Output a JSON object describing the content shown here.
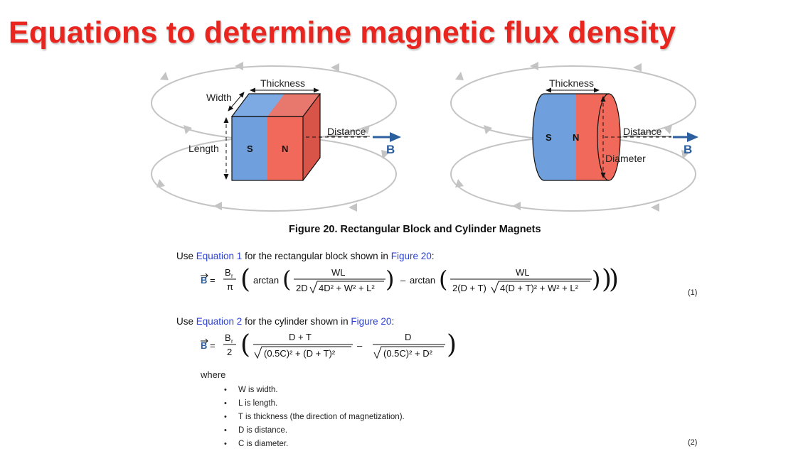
{
  "title": "Equations to determine magnetic flux density",
  "figure": {
    "caption": "Figure 20.  Rectangular Block and Cylinder Magnets",
    "block": {
      "thickness": "Thickness",
      "width": "Width",
      "length": "Length",
      "distance": "Distance",
      "south": "S",
      "north": "N",
      "field": "B"
    },
    "cylinder": {
      "thickness": "Thickness",
      "diameter": "Diameter",
      "distance": "Distance",
      "south": "S",
      "north": "N",
      "field": "B"
    }
  },
  "equation1": {
    "intro_before": "Use ",
    "intro_link": "Equation 1",
    "intro_mid": " for the rectangular block shown in ",
    "intro_fig": "Figure 20",
    "intro_after": ":",
    "number": "(1)",
    "lhs": "B",
    "br": "B",
    "br_sub": "r",
    "pi": "π",
    "arctan": "arctan",
    "wl": "WL",
    "den1": "2D",
    "root1": "4D² + W² + L²",
    "minus": "–",
    "den2": "2(D + T)",
    "root2": "4(D + T)² + W² + L²"
  },
  "equation2": {
    "intro_before": "Use ",
    "intro_link": "Equation 2",
    "intro_mid": " for the cylinder shown in ",
    "intro_fig": "Figure 20",
    "intro_after": ":",
    "number": "(2)",
    "lhs": "B",
    "br": "B",
    "br_sub": "r",
    "two": "2",
    "num1": "D + T",
    "root1": "(0.5C)² + (D + T)²",
    "minus": "–",
    "num2": "D",
    "root2": "(0.5C)² + D²"
  },
  "where": "where",
  "definitions": [
    "W is width.",
    "L is length.",
    "T is thickness (the direction of magnetization).",
    "D is distance.",
    "C is diameter."
  ],
  "colors": {
    "title": "#e8251f",
    "south": "#6fa0dd",
    "north": "#f0695a",
    "field_lines": "#c4c4c4",
    "b_arrow": "#2c5f9e",
    "link": "#2a3fd6"
  }
}
